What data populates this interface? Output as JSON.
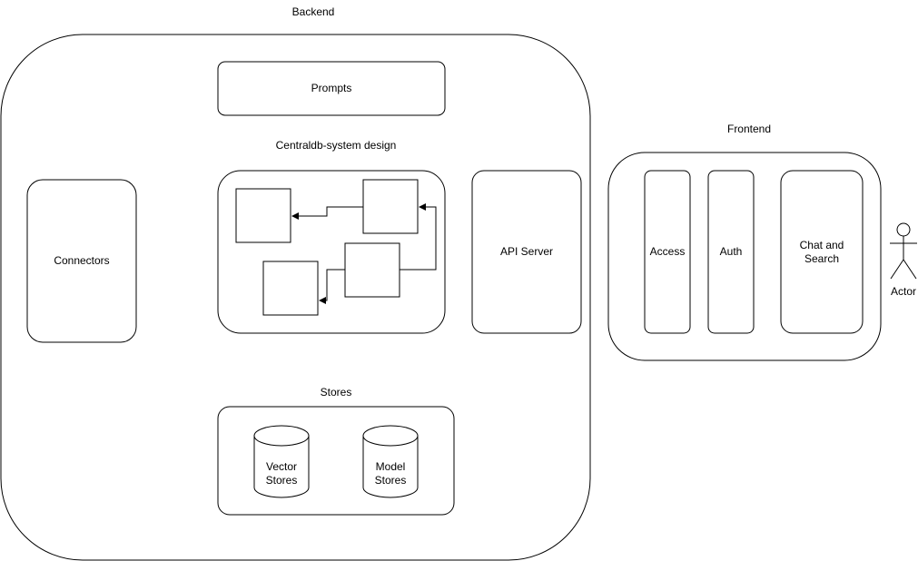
{
  "backend": {
    "title": "Backend",
    "prompts_label": "Prompts",
    "system_design_label": "Centraldb-system design",
    "connectors_label": "Connectors",
    "api_server_label": "API Server",
    "stores": {
      "title": "Stores",
      "vector_line1": "Vector",
      "vector_line2": "Stores",
      "model_line1": "Model",
      "model_line2": "Stores"
    }
  },
  "frontend": {
    "title": "Frontend",
    "access_label": "Access",
    "auth_label": "Auth",
    "chat_line1": "Chat and",
    "chat_line2": "Search"
  },
  "actor": {
    "label": "Actor"
  },
  "colors": {
    "stroke": "#000000",
    "fill": "#ffffff"
  }
}
